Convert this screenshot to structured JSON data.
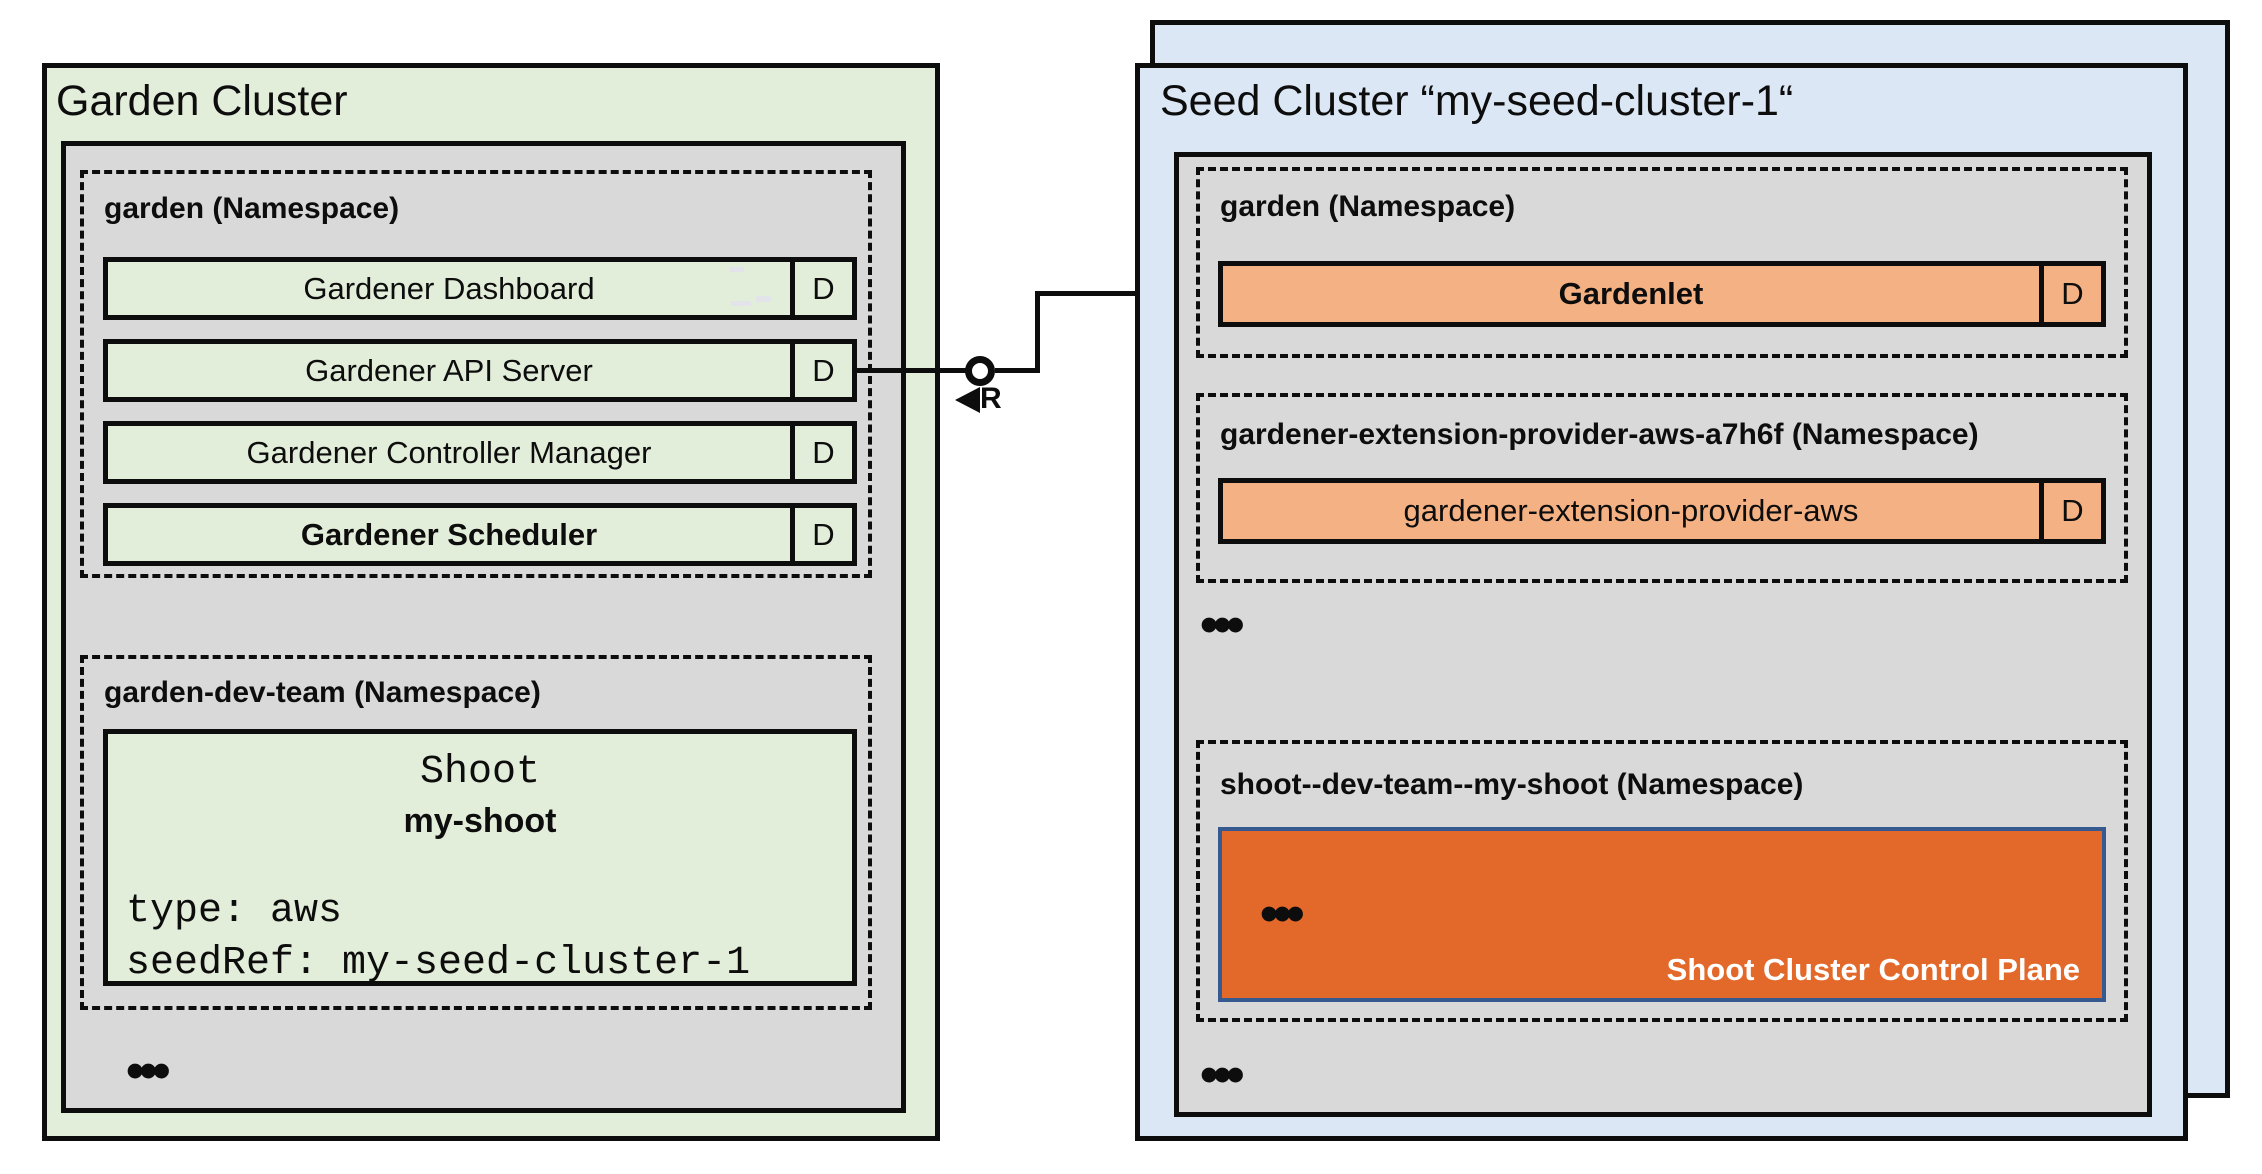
{
  "diagram": {
    "garden_cluster": {
      "title": "Garden Cluster",
      "garden_namespace": {
        "label": "garden (Namespace)",
        "components": [
          {
            "name": "Gardener Dashboard",
            "badge": "D"
          },
          {
            "name": "Gardener API Server",
            "badge": "D"
          },
          {
            "name": "Gardener Controller Manager",
            "badge": "D"
          },
          {
            "name": "Gardener Scheduler",
            "badge": "D"
          }
        ]
      },
      "dev_namespace": {
        "label": "garden-dev-team (Namespace)",
        "shoot_resource": {
          "kind": "Shoot",
          "name": "my-shoot",
          "spec": "type: aws\nseedRef: my-seed-cluster-1"
        }
      },
      "ellipsis": "•••"
    },
    "connector": {
      "label": "R"
    },
    "seed_cluster": {
      "title": "Seed Cluster “my-seed-cluster-1“",
      "garden_namespace": {
        "label": "garden (Namespace)",
        "component": {
          "name": "Gardenlet",
          "badge": "D"
        }
      },
      "extension_namespace": {
        "label": "gardener-extension-provider-aws-a7h6f (Namespace)",
        "component": {
          "name": "gardener-extension-provider-aws",
          "badge": "D"
        }
      },
      "ellipsis_mid": "•••",
      "shoot_namespace": {
        "label": "shoot--dev-team--my-shoot (Namespace)",
        "control_plane": {
          "ellipsis": "•••",
          "label": "Shoot Cluster Control Plane"
        }
      },
      "ellipsis_bottom": "•••"
    },
    "colors": {
      "garden_green": "#e3eeda",
      "namespace_gray": "#d9d9d9",
      "seed_blue": "#dbe7f4",
      "component_orange": "#f4b183",
      "control_plane_orange": "#e2692a",
      "control_plane_border_blue": "#36598f",
      "line_black": "#0d0d0d"
    }
  }
}
